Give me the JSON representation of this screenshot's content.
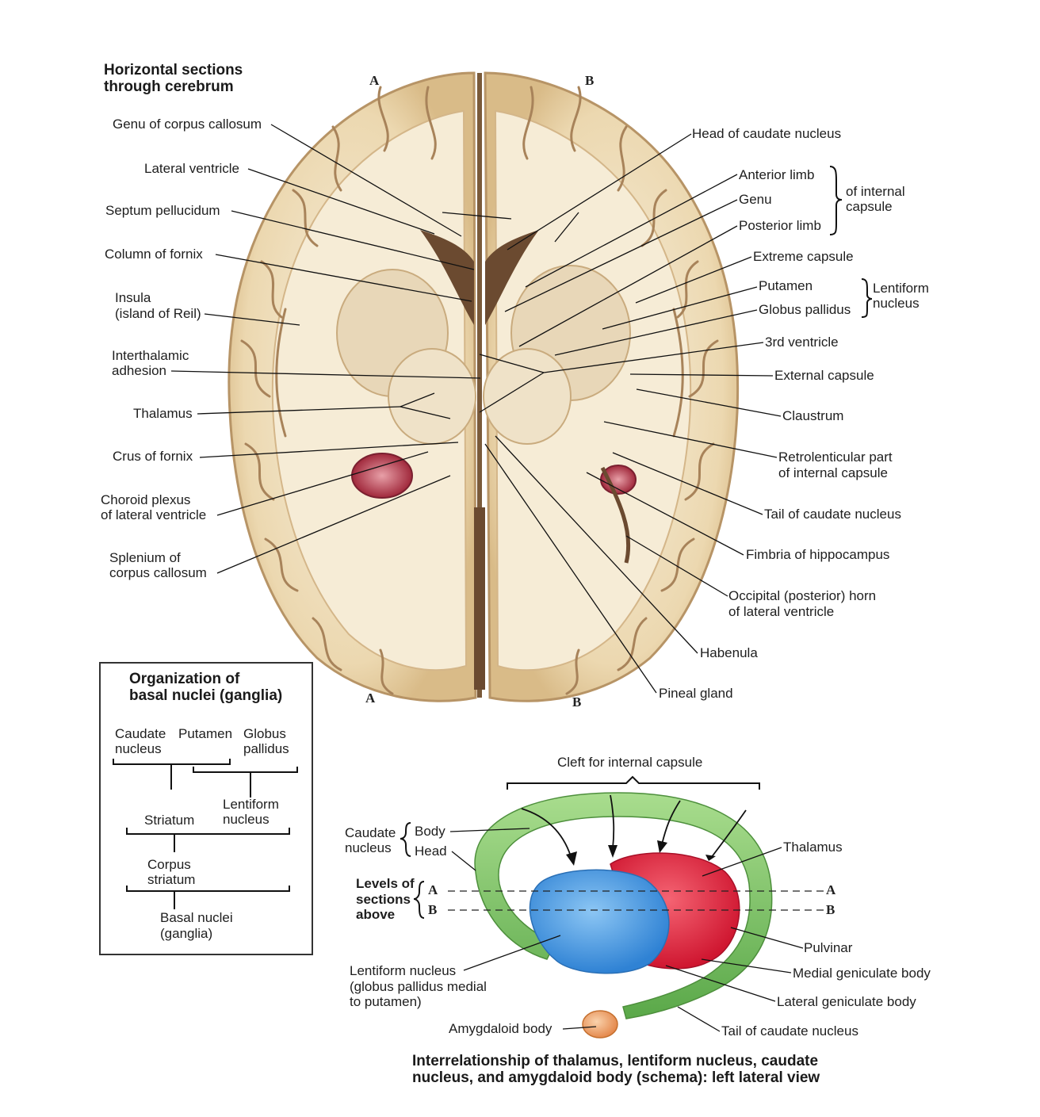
{
  "title": {
    "line1": "Horizontal sections",
    "line2": "through cerebrum"
  },
  "section_letters": {
    "a_top": "A",
    "b_top": "B",
    "a_bottom": "A",
    "b_bottom": "B"
  },
  "left_labels": {
    "genu_cc": "Genu of corpus callosum",
    "lateral_ventricle": "Lateral ventricle",
    "septum": "Septum pellucidum",
    "column_fornix": "Column of fornix",
    "insula1": "Insula",
    "insula2": "(island of Reil)",
    "interthalamic1": "Interthalamic",
    "interthalamic2": "adhesion",
    "thalamus": "Thalamus",
    "crus_fornix": "Crus of fornix",
    "choroid1": "Choroid plexus",
    "choroid2": "of lateral ventricle",
    "splenium1": "Splenium of",
    "splenium2": "corpus callosum"
  },
  "right_labels": {
    "head_caudate": "Head of caudate nucleus",
    "anterior_limb": "Anterior limb",
    "genu": "Genu",
    "posterior_limb": "Posterior limb",
    "of_internal1": "of internal",
    "of_internal2": "capsule",
    "extreme_capsule": "Extreme capsule",
    "putamen": "Putamen",
    "globus_pallidus": "Globus pallidus",
    "lentiform1": "Lentiform",
    "lentiform2": "nucleus",
    "third_ventricle": "3rd ventricle",
    "external_capsule": "External capsule",
    "claustrum": "Claustrum",
    "retro1": "Retrolenticular part",
    "retro2": "of internal capsule",
    "tail_caudate": "Tail of caudate nucleus",
    "fimbria": "Fimbria of hippocampus",
    "occipital1": "Occipital (posterior) horn",
    "occipital2": "of lateral ventricle",
    "habenula": "Habenula",
    "pineal": "Pineal gland"
  },
  "org_box": {
    "title1": "Organization of",
    "title2": "basal nuclei (ganglia)",
    "caudate1": "Caudate",
    "caudate2": "nucleus",
    "putamen": "Putamen",
    "globus1": "Globus",
    "globus2": "pallidus",
    "lentiform1": "Lentiform",
    "lentiform2": "nucleus",
    "striatum": "Striatum",
    "corpus1": "Corpus",
    "corpus2": "striatum",
    "basal1": "Basal nuclei",
    "basal2": "(ganglia)"
  },
  "schema": {
    "cleft": "Cleft for internal capsule",
    "caudate1": "Caudate",
    "caudate2": "nucleus",
    "body": "Body",
    "head": "Head",
    "levels1": "Levels of",
    "levels2": "sections",
    "levels3": "above",
    "level_a": "A",
    "level_b": "B",
    "level_a_right": "A",
    "level_b_right": "B",
    "thalamus": "Thalamus",
    "pulvinar": "Pulvinar",
    "medial_gen": "Medial geniculate body",
    "lateral_gen": "Lateral geniculate body",
    "tail": "Tail of caudate nucleus",
    "amygdaloid": "Amygdaloid body",
    "lentiform1": "Lentiform nucleus",
    "lentiform2": "(globus pallidus medial",
    "lentiform3": "to putamen)",
    "caption1": "Interrelationship of thalamus, lentiform nucleus, caudate",
    "caption2": "nucleus, and amygdaloid body (schema): left lateral view"
  },
  "colors": {
    "brain_tissue": "#efdcb8",
    "white_matter": "#f6ecd6",
    "sulcus": "#a8835a",
    "caudate_green": "#7fc46a",
    "thalamus_red": "#e5283f",
    "lentiform_blue": "#4d9fe0",
    "amygdala_orange": "#f1b07a"
  }
}
